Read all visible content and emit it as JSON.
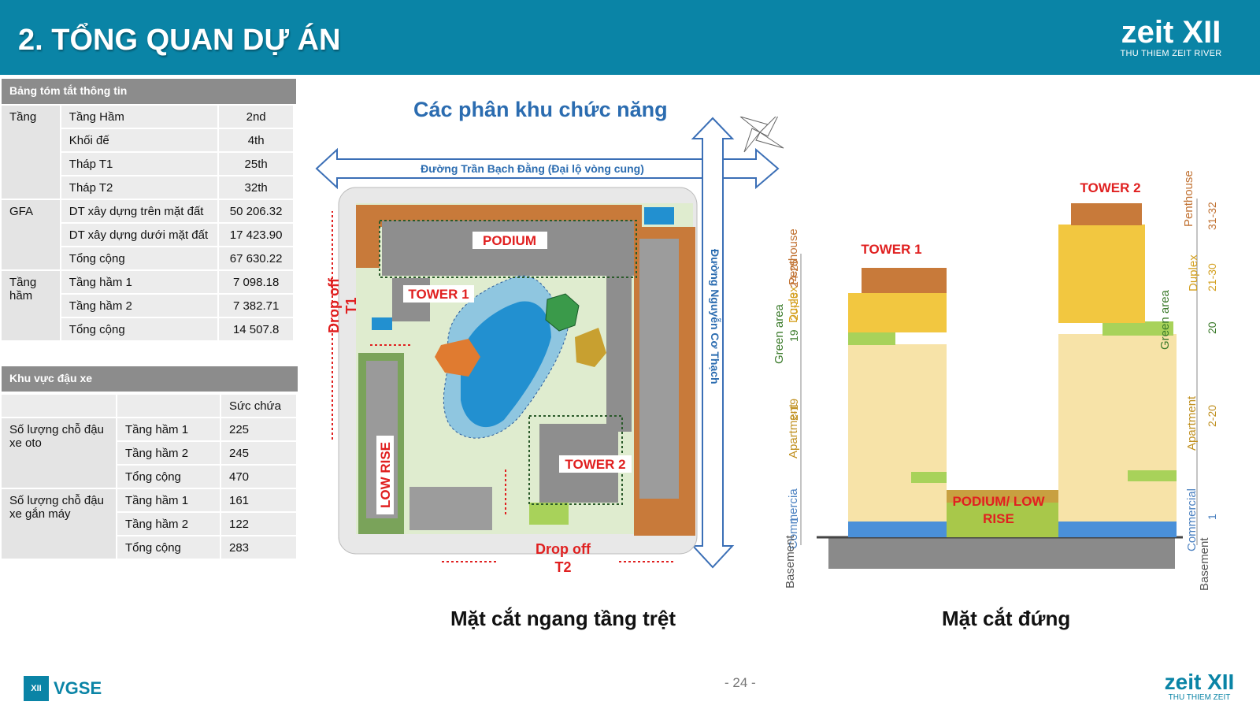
{
  "header": {
    "title": "2. TỔNG QUAN DỰ ÁN",
    "logo_word": "zeit XII",
    "logo_sub": "THU THIEM ZEIT RIVER"
  },
  "summary_table": {
    "title": "Bảng tóm tắt thông tin",
    "groups": [
      {
        "category": "Tầng",
        "rows": [
          {
            "label": "Tầng Hầm",
            "value": "2nd"
          },
          {
            "label": "Khối đế",
            "value": "4th"
          },
          {
            "label": "Tháp T1",
            "value": "25th"
          },
          {
            "label": "Tháp T2",
            "value": "32th"
          }
        ]
      },
      {
        "category": "GFA",
        "rows": [
          {
            "label": "DT xây dựng trên mặt đất",
            "value": "50 206.32"
          },
          {
            "label": "DT xây dựng dưới mặt đất",
            "value": "17 423.90"
          },
          {
            "label": "Tổng cộng",
            "value": "67 630.22"
          }
        ]
      },
      {
        "category": "Tầng hầm",
        "rows": [
          {
            "label": "Tầng hầm 1",
            "value": "7 098.18"
          },
          {
            "label": "Tầng hầm 2",
            "value": "7 382.71"
          },
          {
            "label": "Tổng cộng",
            "value": "14 507.8"
          }
        ]
      }
    ]
  },
  "parking_table": {
    "title": "Khu vực đậu xe",
    "capacity_header": "Sức chứa",
    "groups": [
      {
        "category": "Số lượng chỗ đậu xe oto",
        "rows": [
          {
            "label": "Tầng hầm 1",
            "value": "225"
          },
          {
            "label": "Tầng hầm 2",
            "value": "245"
          },
          {
            "label": "Tổng cộng",
            "value": "470"
          }
        ]
      },
      {
        "category": "Số lượng chỗ đậu xe gắn máy",
        "rows": [
          {
            "label": "Tầng hầm 1",
            "value": "161"
          },
          {
            "label": "Tầng hầm 2",
            "value": "122"
          },
          {
            "label": "Tổng cộng",
            "value": "283"
          }
        ]
      }
    ]
  },
  "plan": {
    "title": "Các phân khu chức năng",
    "road_top": "Đường Trần Bạch Đằng  (Đại lộ vòng cung)",
    "road_right": "Đường Nguyễn Cơ Thạch",
    "label_podium": "PODIUM",
    "label_tower1": "TOWER 1",
    "label_tower2": "TOWER 2",
    "label_lowrise": "LOW RISE",
    "label_dropoff_t1_a": "Drop off",
    "label_dropoff_t1_b": "T1",
    "label_dropoff_t2_a": "Drop off",
    "label_dropoff_t2_b": "T2",
    "caption": "Mặt cắt ngang tầng trệt"
  },
  "section": {
    "label_tower1": "TOWER 1",
    "label_tower2": "TOWER 2",
    "label_podium_a": "PODIUM/ LOW",
    "label_podium_b": "RISE",
    "left_zones": [
      "Penthouse",
      "Duplex",
      "Green area",
      "Apartment",
      "Commercia",
      "Basement"
    ],
    "left_levels": [
      "24-25",
      "20-23",
      "19",
      "2-19",
      "1"
    ],
    "right_zones": [
      "Penthouse",
      "Duplex",
      "Green area",
      "Apartment",
      "Commercial",
      "Basement"
    ],
    "right_levels": [
      "31-32",
      "21-30",
      "20",
      "2-20",
      "1"
    ],
    "caption": "Mặt cắt đứng"
  },
  "footer": {
    "vg_mark": "XII",
    "vg_text": "VGSE",
    "page": "- 24 -",
    "logo_word": "zeit XII",
    "logo_sub": "THU THIEM ZEIT"
  }
}
